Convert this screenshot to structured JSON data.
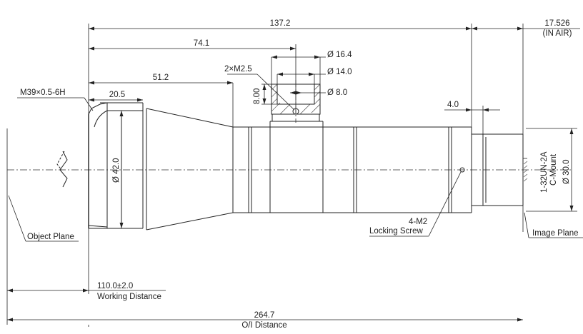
{
  "dimensions": {
    "total_length": "137.2",
    "in_air_value": "17.526",
    "in_air_note": "(IN AIR)",
    "mount_to_screw": "74.1",
    "front_section": "51.2",
    "thread_length": "20.5",
    "front_diameter": "Ø 42.0",
    "thread_spec": "M39×0.5-6H",
    "screw_holes": "2×M2.5",
    "screw_depth": "8.00",
    "dia_16_4": "Ø 16.4",
    "dia_14_0": "Ø 14.0",
    "dia_8_0": "Ø 8.0",
    "flange_offset": "4.0",
    "mount_thread": "1-32UN-2A",
    "mount_name": "C-Mount",
    "rear_diameter": "Ø 30.0",
    "locking_screw_count": "4-M2",
    "locking_screw_label": "Locking Screw",
    "object_plane": "Object Plane",
    "image_plane": "Image Plane",
    "working_distance_value": "110.0±2.0",
    "working_distance_label": "Working Distance",
    "oi_distance_value": "264.7",
    "oi_distance_label": "O/I Distance"
  }
}
